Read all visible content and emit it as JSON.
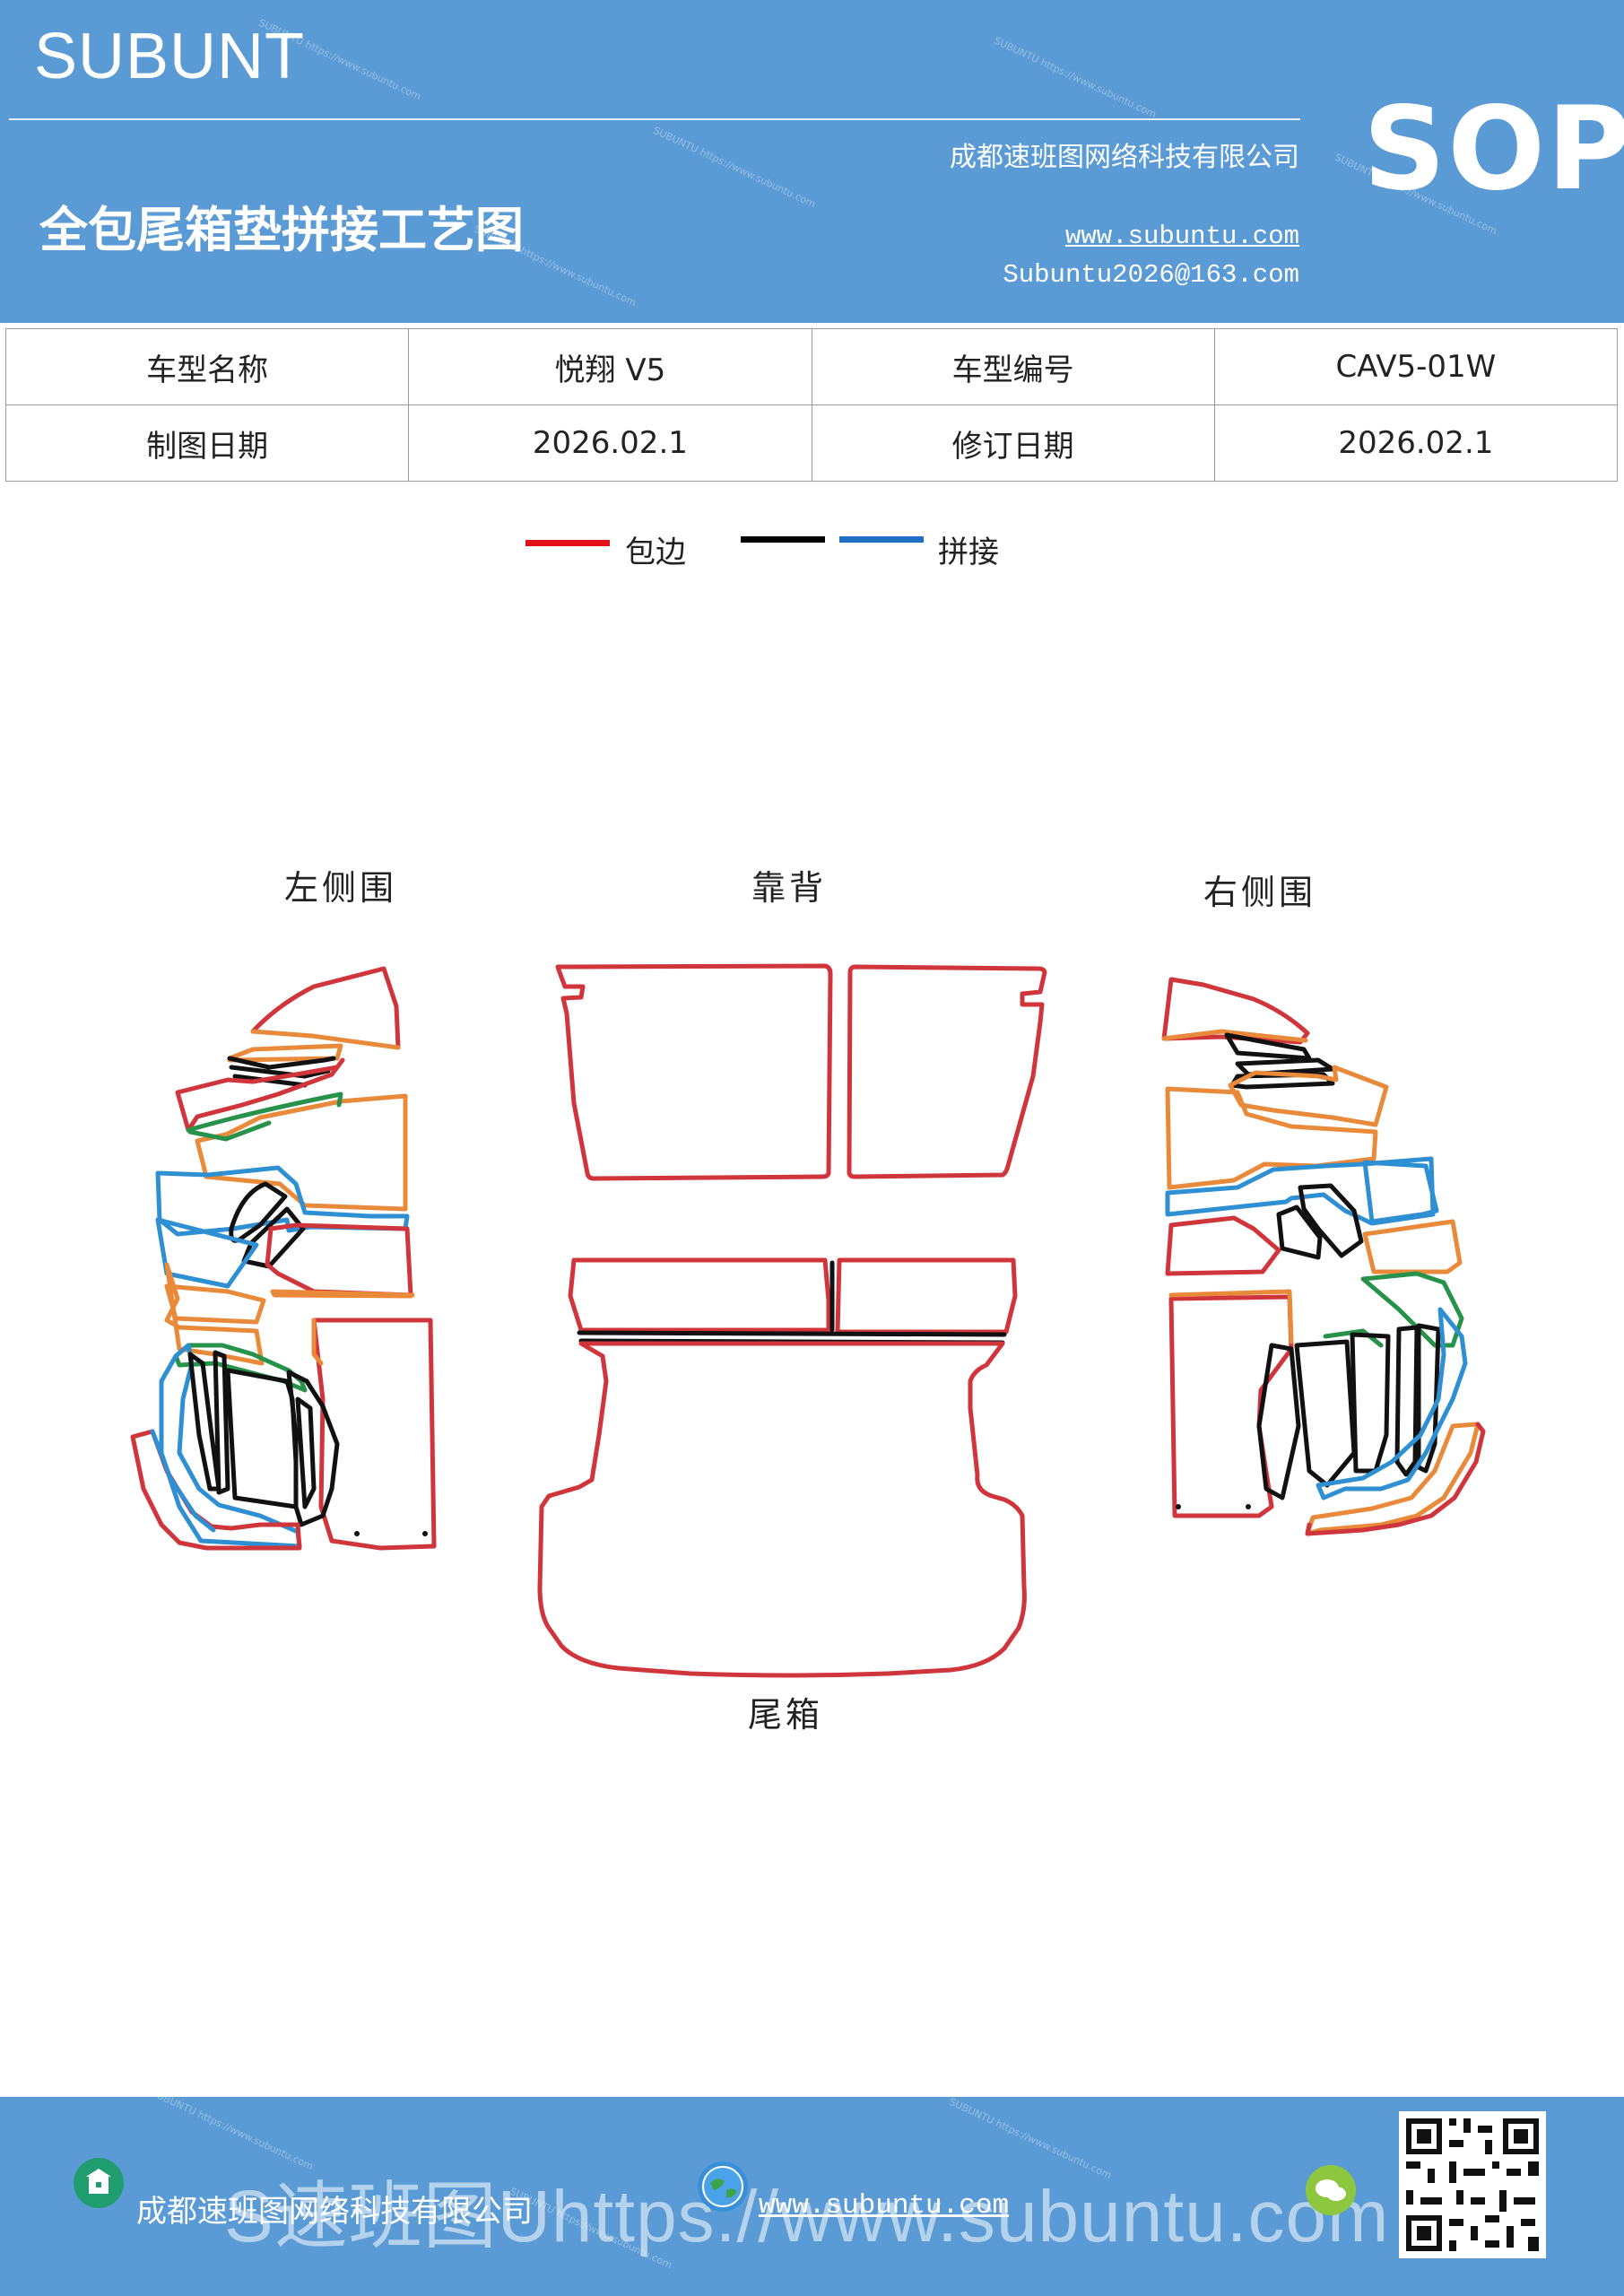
{
  "header": {
    "brand": "SUBUNT",
    "doc_title": "全包尾箱垫拼接工艺图",
    "company": "成都速班图网络科技有限公司",
    "website": "www.subuntu.com",
    "email": "Subuntu2026@163.com",
    "badge": "SOP",
    "background_color": "#5b9bd5"
  },
  "info_table": {
    "rows": [
      [
        "车型名称",
        "悦翔 V5",
        "车型编号",
        "CAV5-01W"
      ],
      [
        "制图日期",
        "2026.02.1",
        "修订日期",
        "2026.02.1"
      ]
    ]
  },
  "legend": {
    "items": [
      {
        "label": "包边",
        "color": "#e3101a"
      },
      {
        "label": "",
        "color": "#000000"
      },
      {
        "label": "拼接",
        "color": "#1f6fc4"
      }
    ]
  },
  "diagram": {
    "labels": {
      "left": "左侧围",
      "back": "靠背",
      "right": "右侧围",
      "trunk": "尾箱"
    },
    "colors": {
      "edge": "#d0353b",
      "orange": "#e9893a",
      "blue": "#2e8fd3",
      "green": "#27924a",
      "black": "#111111"
    }
  },
  "footer": {
    "company": "成都速班图网络科技有限公司",
    "website": "www.subuntu.com",
    "overlay_text": "S速班图Uhttps://www.subuntu.com",
    "icons": [
      "building-icon",
      "globe-icon",
      "wechat-icon",
      "qr-code-icon"
    ]
  }
}
